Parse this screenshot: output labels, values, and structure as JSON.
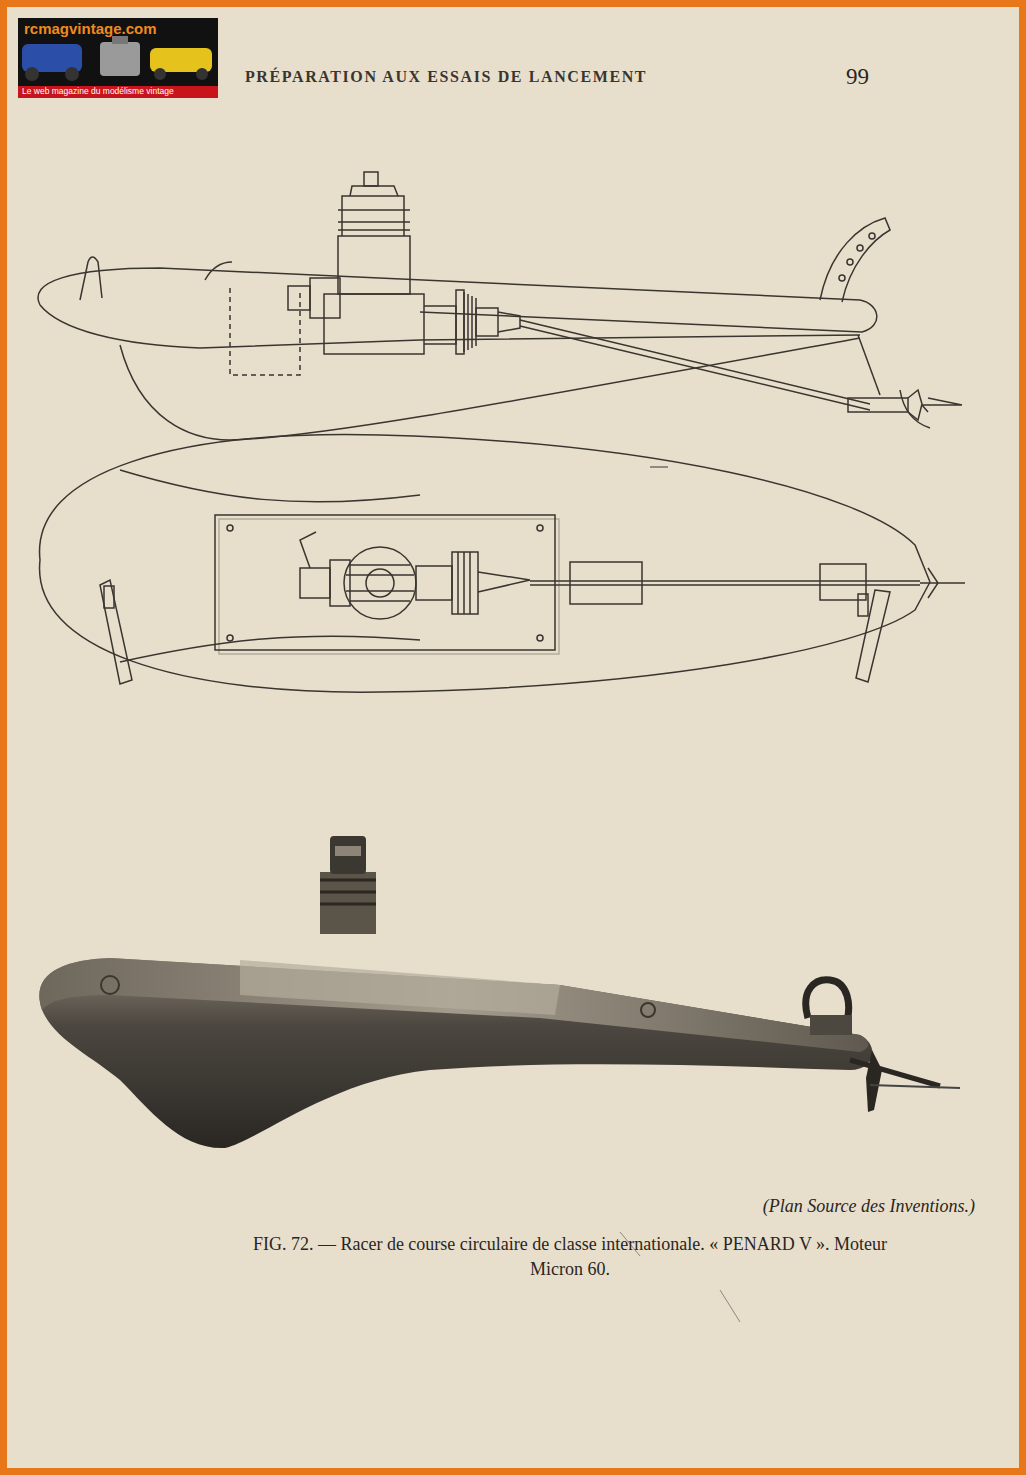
{
  "diagram": {
    "title": "PRÉPARATION AUX ESSAIS DE LANCEMENT",
    "caption": "FIG. 72. — Racer de course circulaire de classe internationale. « PENARD V ». Moteur Micron 60.",
    "labels": [
      "99",
      "rcmagvintage.com",
      "Le web magazine du modélisme vintage",
      "(Plan Source des Inventions.)"
    ]
  }
}
